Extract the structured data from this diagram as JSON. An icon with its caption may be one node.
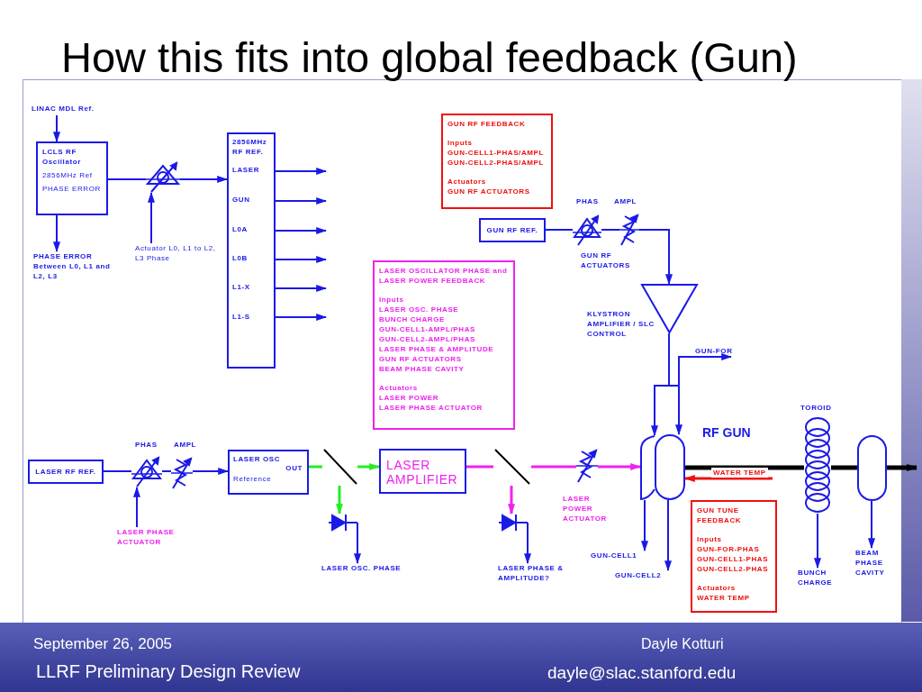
{
  "diagram": {
    "title": "How this fits into global feedback (Gun)",
    "nodes": [
      {
        "text": [
          "LINAC MDL Ref."
        ]
      },
      {
        "text": [
          "LCLS RF Oscillator",
          "2856MHz Ref",
          "PHASE ERROR"
        ]
      },
      {
        "text": [
          "PHASE ERROR Between L0, L1 and L2, L3"
        ]
      },
      {
        "text": [],
        "shape": "picture"
      },
      {
        "text": [
          "Actuator L0, L1 to L2, L3 Phase"
        ]
      },
      {
        "text": [
          "2856MHz RF REF.",
          "LASER",
          "GUN",
          "L0A",
          "L0B",
          "L1-X",
          "L1-S"
        ]
      },
      {
        "text": [
          "GUN RF FEEDBACK",
          "Inputs",
          "GUN-CELL1-PHAS/AMPL",
          "GUN-CELL2-PHAS/AMPL",
          "Actuators",
          "GUN RF ACTUATORS"
        ]
      },
      {
        "text": [
          "GUN RF REF."
        ]
      },
      {
        "text": [],
        "shape": "picture",
        "beside": [
          "PHAS"
        ]
      },
      {
        "text": [],
        "shape": "picture",
        "beside": [
          "AMPL"
        ]
      },
      {
        "text": [],
        "shape": "triangle",
        "beside": [
          "KLYSTRON AMPLIFIER / SLC CONTROL"
        ]
      },
      {
        "text": [
          "GUN-FOR"
        ]
      },
      {
        "text": [
          "LASER OSCILLATOR PHASE and LASER POWER FEEDBACK",
          "Inputs",
          "LASER OSC. PHASE",
          "BUNCH CHARGE",
          "GUN-CELL1-AMPL/PHAS",
          "GUN-CELL2-AMPL/PHAS",
          "LASER PHASE & AMPLITUDE",
          "GUN RF ACTUATORS",
          "BEAM PHASE CAVITY",
          "Actuators",
          "LASER POWER",
          "LASER PHASE ACTUATOR"
        ]
      },
      {
        "text": [],
        "shape": "picture"
      },
      {
        "text": [],
        "shape": "box",
        "beside": [
          "RF GUN"
        ]
      },
      {
        "text": [
          "GUN-CELL1"
        ]
      },
      {
        "text": [
          "GUN-CELL2"
        ]
      },
      {
        "text": [
          "GUN TUNE FEEDBACK",
          "Inputs",
          "GUN-FOR-PHAS",
          "GUN-CELL1-PHAS",
          "GUN-CELL2-PHAS",
          "Actuators",
          "WATER TEMP"
        ]
      },
      {
        "text": [],
        "shape": "picture",
        "beside": [
          "TOROID"
        ]
      },
      {
        "text": [
          "BUNCH CHARGE"
        ]
      },
      {
        "text": [],
        "shape": "box"
      },
      {
        "text": [
          "BEAM PHASE CAVITY"
        ]
      },
      {
        "text": [
          "LASER RF REF."
        ]
      },
      {
        "text": [],
        "shape": "picture",
        "beside": [
          "PHAS"
        ]
      },
      {
        "text": [],
        "shape": "picture",
        "beside": [
          "AMPL"
        ]
      },
      {
        "text": [
          "LASER PHASE ACTUATOR"
        ]
      },
      {
        "text": [
          "LASER OSC",
          "OUT",
          "Reference"
        ]
      },
      {
        "text": [],
        "shape": "picture"
      },
      {
        "text": [
          "LASER AMPLIFIER"
        ]
      },
      {
        "text": [],
        "shape": "picture"
      },
      {
        "text": [
          "LASER OSC. PHASE"
        ]
      },
      {
        "text": [],
        "shape": "picture"
      },
      {
        "text": [],
        "shape": "picture"
      },
      {
        "text": [
          "LASER PHASE & AMPLITUDE?"
        ]
      },
      {
        "text": [],
        "shape": "picture",
        "beside": [
          "LASER POWER ACTUATOR"
        ]
      }
    ],
    "edges": [
      {
        "from": 0,
        "to": 1,
        "arrow": "to"
      },
      {
        "from": 1,
        "to": 2,
        "arrow": "to"
      },
      {
        "from": 1,
        "to": 3,
        "arrow": "none"
      },
      {
        "from": 3,
        "to": 5,
        "arrow": "to"
      },
      {
        "from": 4,
        "to": 3,
        "arrow": "to"
      },
      {
        "from": 5,
        "to": null,
        "arrow": "to"
      },
      {
        "from": 5,
        "to": null,
        "arrow": "to"
      },
      {
        "from": 5,
        "to": null,
        "arrow": "to"
      },
      {
        "from": 5,
        "to": null,
        "arrow": "to"
      },
      {
        "from": 5,
        "to": null,
        "arrow": "to"
      },
      {
        "from": 5,
        "to": null,
        "arrow": "to"
      },
      {
        "from": 7,
        "to": 8,
        "arrow": "none"
      },
      {
        "from": 8,
        "to": 9,
        "arrow": "none"
      },
      {
        "from": 9,
        "to": 10,
        "arrow": "to"
      },
      {
        "from": 10,
        "to": 14,
        "arrow": "to"
      },
      {
        "from": 10,
        "to": 11,
        "arrow": "to"
      },
      {
        "from": 13,
        "to": 15,
        "arrow": "to"
      },
      {
        "from": 14,
        "to": 16,
        "arrow": "to"
      },
      {
        "from": null,
        "to": 14,
        "arrow": "to",
        "label": "WATER TEMP",
        "color": "#ee1111"
      },
      {
        "from": 14,
        "to": 18,
        "arrow": "none",
        "style": "thick",
        "color": "#000000"
      },
      {
        "from": 18,
        "to": 20,
        "arrow": "none",
        "style": "thick",
        "color": "#000000"
      },
      {
        "from": 20,
        "to": null,
        "arrow": "to",
        "style": "thick",
        "color": "#000000"
      },
      {
        "from": 18,
        "to": 19,
        "arrow": "to"
      },
      {
        "from": 20,
        "to": 21,
        "arrow": "to"
      },
      {
        "from": 22,
        "to": 23,
        "arrow": "none"
      },
      {
        "from": 23,
        "to": 24,
        "arrow": "none"
      },
      {
        "from": 24,
        "to": 26,
        "arrow": "to"
      },
      {
        "from": 25,
        "to": 23,
        "arrow": "to"
      },
      {
        "from": 26,
        "to": 27,
        "arrow": "none",
        "color": "#22ee22"
      },
      {
        "from": 27,
        "to": 28,
        "arrow": "to",
        "color": "#22ee22"
      },
      {
        "from": 27,
        "to": 29,
        "arrow": "to",
        "color": "#22ee22"
      },
      {
        "from": 29,
        "to": 30,
        "arrow": "to"
      },
      {
        "from": 28,
        "to": 31,
        "arrow": "none",
        "color": "#ee22ee"
      },
      {
        "from": 31,
        "to": 34,
        "arrow": "none",
        "color": "#ee22ee"
      },
      {
        "from": 34,
        "to": 13,
        "arrow": "to",
        "color": "#ee22ee"
      },
      {
        "from": 31,
        "to": 32,
        "arrow": "to",
        "color": "#ee22ee"
      },
      {
        "from": 32,
        "to": 33,
        "arrow": "to"
      },
      {
        "from": 10,
        "to": 13,
        "arrow": "to"
      }
    ],
    "labels": [
      "GUN RF ACTUATORS",
      "September 26, 2005",
      "Dayle Kotturi",
      "LLRF Preliminary Design Review",
      "dayle@slac.stanford.edu"
    ]
  }
}
